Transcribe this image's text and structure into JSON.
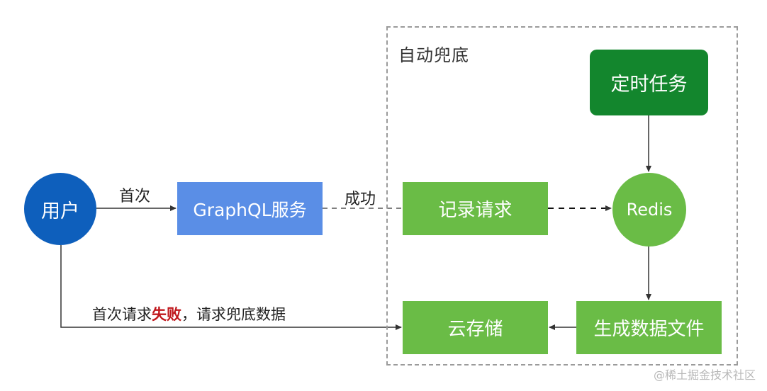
{
  "diagram": {
    "group_title": "自动兜底",
    "nodes": {
      "user": "用户",
      "graphql": "GraphQL服务",
      "record": "记录请求",
      "redis": "Redis",
      "cron": "定时任务",
      "generate": "生成数据文件",
      "storage": "云存储"
    },
    "edges": {
      "first": "首次",
      "success": "成功",
      "fail_pre": "首次请求",
      "fail_bad": "失败",
      "fail_post": "，请求兜底数据"
    }
  },
  "colors": {
    "user": "#0e5fbc",
    "graphql": "#5a8ee6",
    "green": "#6abc46",
    "cron": "#13862d",
    "fail_text": "#c0171c"
  },
  "watermark": "@稀土掘金技术社区"
}
